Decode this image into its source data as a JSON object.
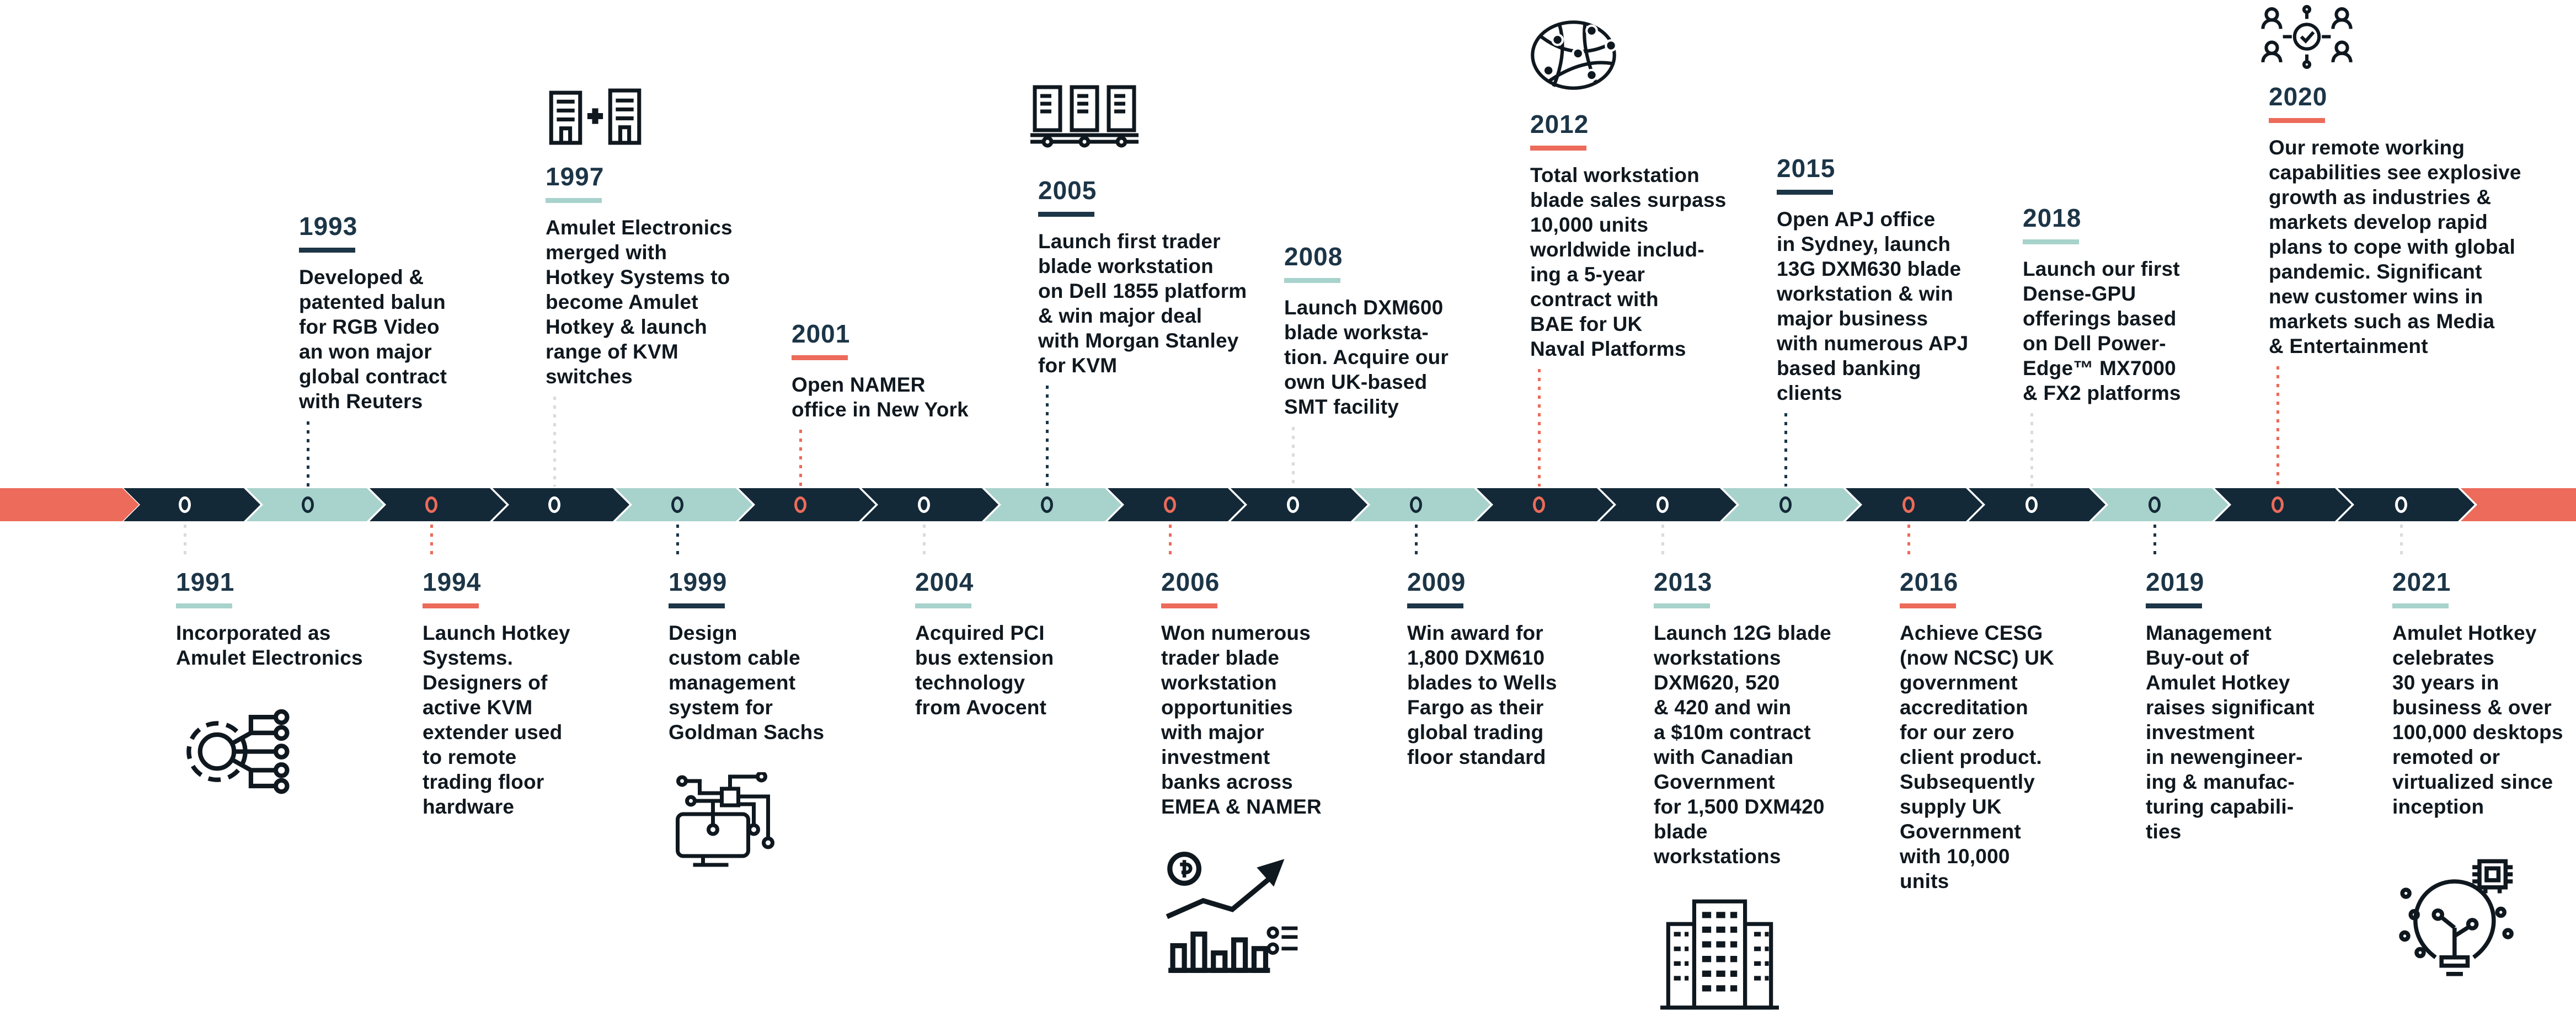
{
  "palette": {
    "coral": "#EC6B5A",
    "band_navy": "#142938",
    "teal": "#A8D2CC",
    "year_navy": "#1C3547",
    "text_color": "#10181F",
    "connector_gray": "#D8DCDD",
    "dot_white": "#FFFFFF",
    "background": "#FFFFFF"
  },
  "timeline": {
    "start_cap_color": "coral",
    "end_cap_color": "coral",
    "events": [
      {
        "year": "1991",
        "side": "below",
        "accent": "teal",
        "dot": "white",
        "segment": "navy",
        "connector": "gray",
        "icon": "gear-circuit-icon",
        "lines": [
          "Incorporated as",
          "Amulet Electronics"
        ]
      },
      {
        "year": "1993",
        "side": "above",
        "accent": "navy",
        "dot": "navy",
        "segment": "teal",
        "connector": "navy",
        "icon": null,
        "lines": [
          "Developed &",
          "patented balun",
          "for RGB Video",
          "an won major",
          "global contract",
          "with Reuters"
        ]
      },
      {
        "year": "1994",
        "side": "below",
        "accent": "coral",
        "dot": "coral",
        "segment": "navy",
        "connector": "coral",
        "icon": null,
        "lines": [
          "Launch Hotkey",
          "Systems.",
          "Designers of",
          "active KVM",
          "extender used",
          "to remote",
          "trading floor",
          "hardware"
        ]
      },
      {
        "year": "1997",
        "side": "above",
        "accent": "teal",
        "dot": "white",
        "segment": "navy",
        "connector": "gray",
        "icon": "buildings-merge-icon",
        "lines": [
          "Amulet Electronics",
          "merged with",
          "Hotkey Systems to",
          "become Amulet",
          "Hotkey & launch",
          "range of KVM",
          "switches"
        ]
      },
      {
        "year": "1999",
        "side": "below",
        "accent": "navy",
        "dot": "navy",
        "segment": "teal",
        "connector": "navy",
        "icon": "monitor-circuit-icon",
        "lines": [
          "Design",
          "custom cable",
          "management",
          "system for",
          "Goldman Sachs"
        ]
      },
      {
        "year": "2001",
        "side": "above",
        "accent": "coral",
        "dot": "coral",
        "segment": "navy",
        "connector": "coral",
        "icon": null,
        "lines": [
          "Open NAMER",
          "office in New York"
        ]
      },
      {
        "year": "2004",
        "side": "below",
        "accent": "teal",
        "dot": "white",
        "segment": "navy",
        "connector": "gray",
        "icon": null,
        "lines": [
          "Acquired PCI",
          "bus extension",
          "technology",
          "from Avocent"
        ]
      },
      {
        "year": "2005",
        "side": "above",
        "accent": "navy",
        "dot": "navy",
        "segment": "teal",
        "connector": "navy",
        "icon": "server-rack-icon",
        "lines": [
          "Launch first trader",
          "blade workstation",
          "on Dell 1855 platform",
          "& win major deal",
          "with Morgan Stanley",
          "for KVM"
        ]
      },
      {
        "year": "2006",
        "side": "below",
        "accent": "coral",
        "dot": "coral",
        "segment": "navy",
        "connector": "coral",
        "icon": "growth-chart-icon",
        "lines": [
          "Won numerous",
          "trader blade",
          "workstation",
          "opportunities",
          "with major",
          "investment",
          "banks across",
          "EMEA & NAMER"
        ]
      },
      {
        "year": "2008",
        "side": "above",
        "accent": "teal",
        "dot": "white",
        "segment": "navy",
        "connector": "gray",
        "icon": null,
        "lines": [
          "Launch DXM600",
          "blade worksta-",
          "tion. Acquire our",
          "own UK-based",
          "SMT facility"
        ]
      },
      {
        "year": "2009",
        "side": "below",
        "accent": "navy",
        "dot": "navy",
        "segment": "teal",
        "connector": "navy",
        "icon": null,
        "lines": [
          "Win award for",
          "1,800 DXM610",
          "blades to Wells",
          "Fargo as their",
          "global trading",
          "floor standard"
        ]
      },
      {
        "year": "2012",
        "side": "above",
        "accent": "coral",
        "dot": "coral",
        "segment": "navy",
        "connector": "coral",
        "icon": "globe-network-icon",
        "lines": [
          "Total workstation",
          "blade sales surpass",
          "10,000 units",
          "worldwide includ-",
          "ing a 5-year",
          "contract with",
          "BAE for UK",
          "Naval Platforms"
        ]
      },
      {
        "year": "2013",
        "side": "below",
        "accent": "teal",
        "dot": "white",
        "segment": "navy",
        "connector": "gray",
        "icon": "data-center-icon",
        "lines": [
          "Launch 12G blade",
          "workstations",
          "DXM620, 520",
          "& 420 and win",
          "a $10m contract",
          "with Canadian",
          "Government",
          "for 1,500 DXM420",
          "blade",
          "workstations"
        ]
      },
      {
        "year": "2015",
        "side": "above",
        "accent": "navy",
        "dot": "navy",
        "segment": "teal",
        "connector": "navy",
        "icon": null,
        "lines": [
          "Open APJ office",
          "in Sydney, launch",
          "13G DXM630 blade",
          "workstation & win",
          "major business",
          "with numerous APJ",
          "based banking",
          "clients"
        ]
      },
      {
        "year": "2016",
        "side": "below",
        "accent": "coral",
        "dot": "coral",
        "segment": "navy",
        "connector": "coral",
        "icon": null,
        "lines": [
          "Achieve CESG",
          "(now NCSC) UK",
          "government",
          "accreditation",
          "for our zero",
          "client product.",
          "Subsequently",
          "supply UK",
          "Government",
          "with 10,000",
          "units"
        ]
      },
      {
        "year": "2018",
        "side": "above",
        "accent": "teal",
        "dot": "white",
        "segment": "navy",
        "connector": "gray",
        "icon": null,
        "lines": [
          "Launch our first",
          "Dense-GPU",
          "offerings based",
          "on Dell Power-",
          "Edge™ MX7000",
          "& FX2 platforms"
        ]
      },
      {
        "year": "2019",
        "side": "below",
        "accent": "navy",
        "dot": "navy",
        "segment": "teal",
        "connector": "navy",
        "icon": null,
        "lines": [
          "Management",
          "Buy-out of",
          "Amulet Hotkey",
          "raises significant",
          "investment",
          "in newengineer-",
          "ing & manufac-",
          "turing capabili-",
          "ties"
        ]
      },
      {
        "year": "2020",
        "side": "above",
        "accent": "coral",
        "dot": "coral",
        "segment": "navy",
        "connector": "coral",
        "icon": "remote-team-check-icon",
        "lines": [
          "Our remote working",
          "capabilities see explosive",
          "growth as industries &",
          "markets develop rapid",
          "plans to cope with global",
          "pandemic. Significant",
          "new customer wins in",
          "markets such as Media",
          "& Entertainment"
        ]
      },
      {
        "year": "2021",
        "side": "below",
        "accent": "teal",
        "dot": "white",
        "segment": "navy",
        "connector": "gray",
        "icon": "bulb-circuit-icon",
        "lines": [
          "Amulet Hotkey",
          "celebrates",
          "30 years in",
          "business & over",
          "100,000 desktops",
          "remoted or",
          "virtualized since",
          "inception"
        ]
      }
    ]
  }
}
